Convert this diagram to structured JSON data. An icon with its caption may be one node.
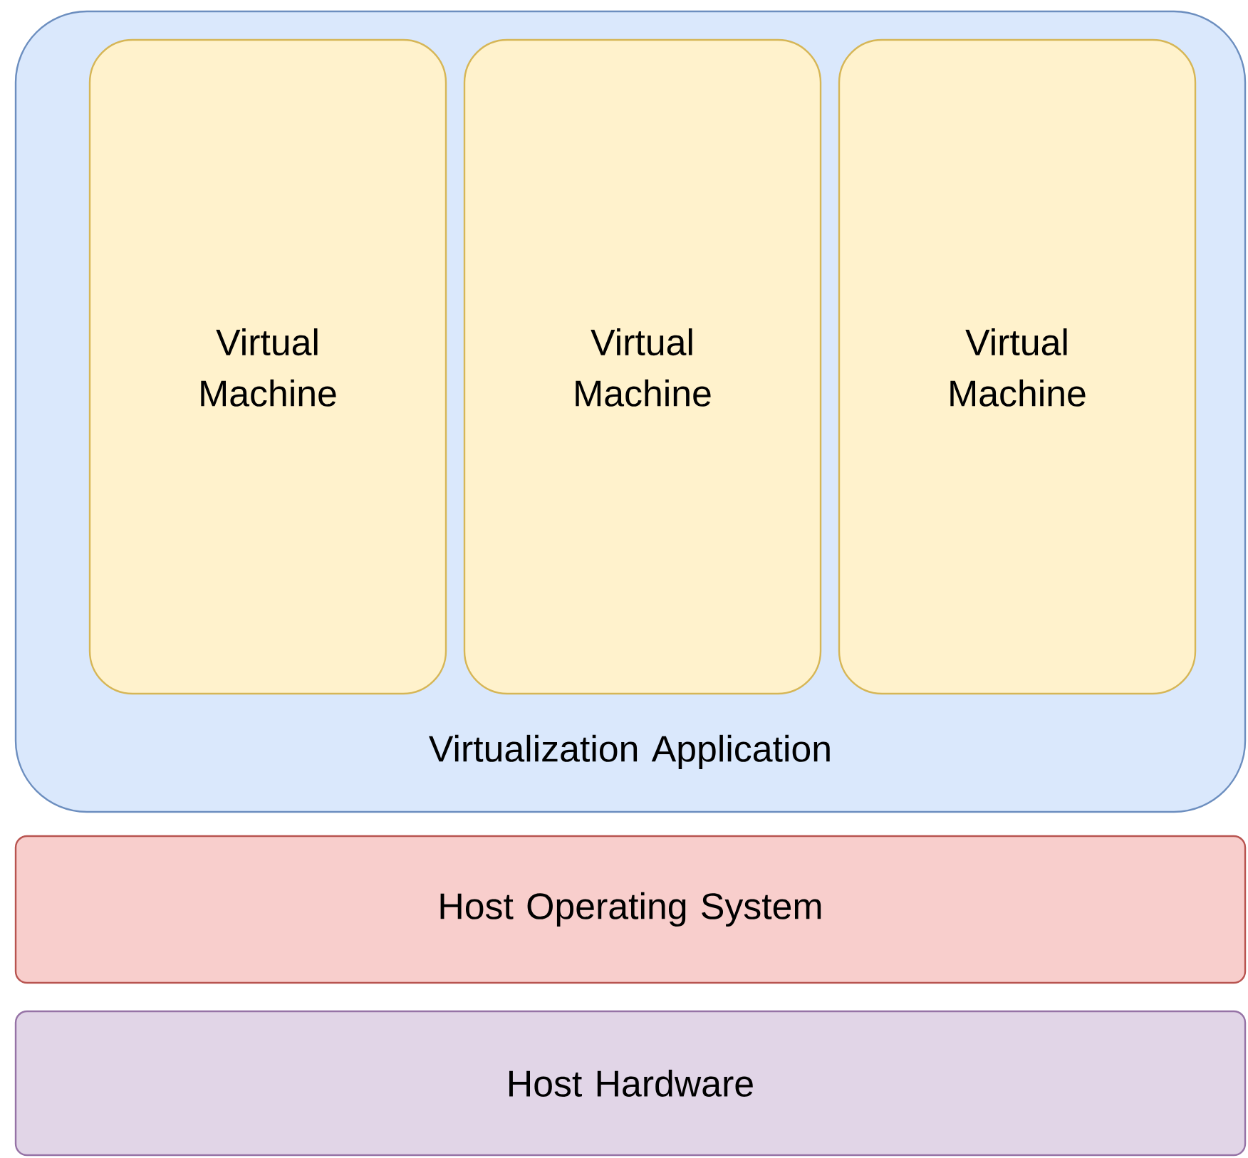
{
  "diagram": {
    "nodes": [
      {
        "text": [
          "Virtualization Application"
        ]
      },
      {
        "text": [
          "Virtual Machine"
        ],
        "in": 0
      },
      {
        "text": [
          "Virtual Machine"
        ],
        "in": 0
      },
      {
        "text": [
          "Virtual Machine"
        ],
        "in": 0
      },
      {
        "text": [
          "Host Operating System"
        ]
      },
      {
        "text": [
          "Host Hardware"
        ]
      }
    ]
  }
}
